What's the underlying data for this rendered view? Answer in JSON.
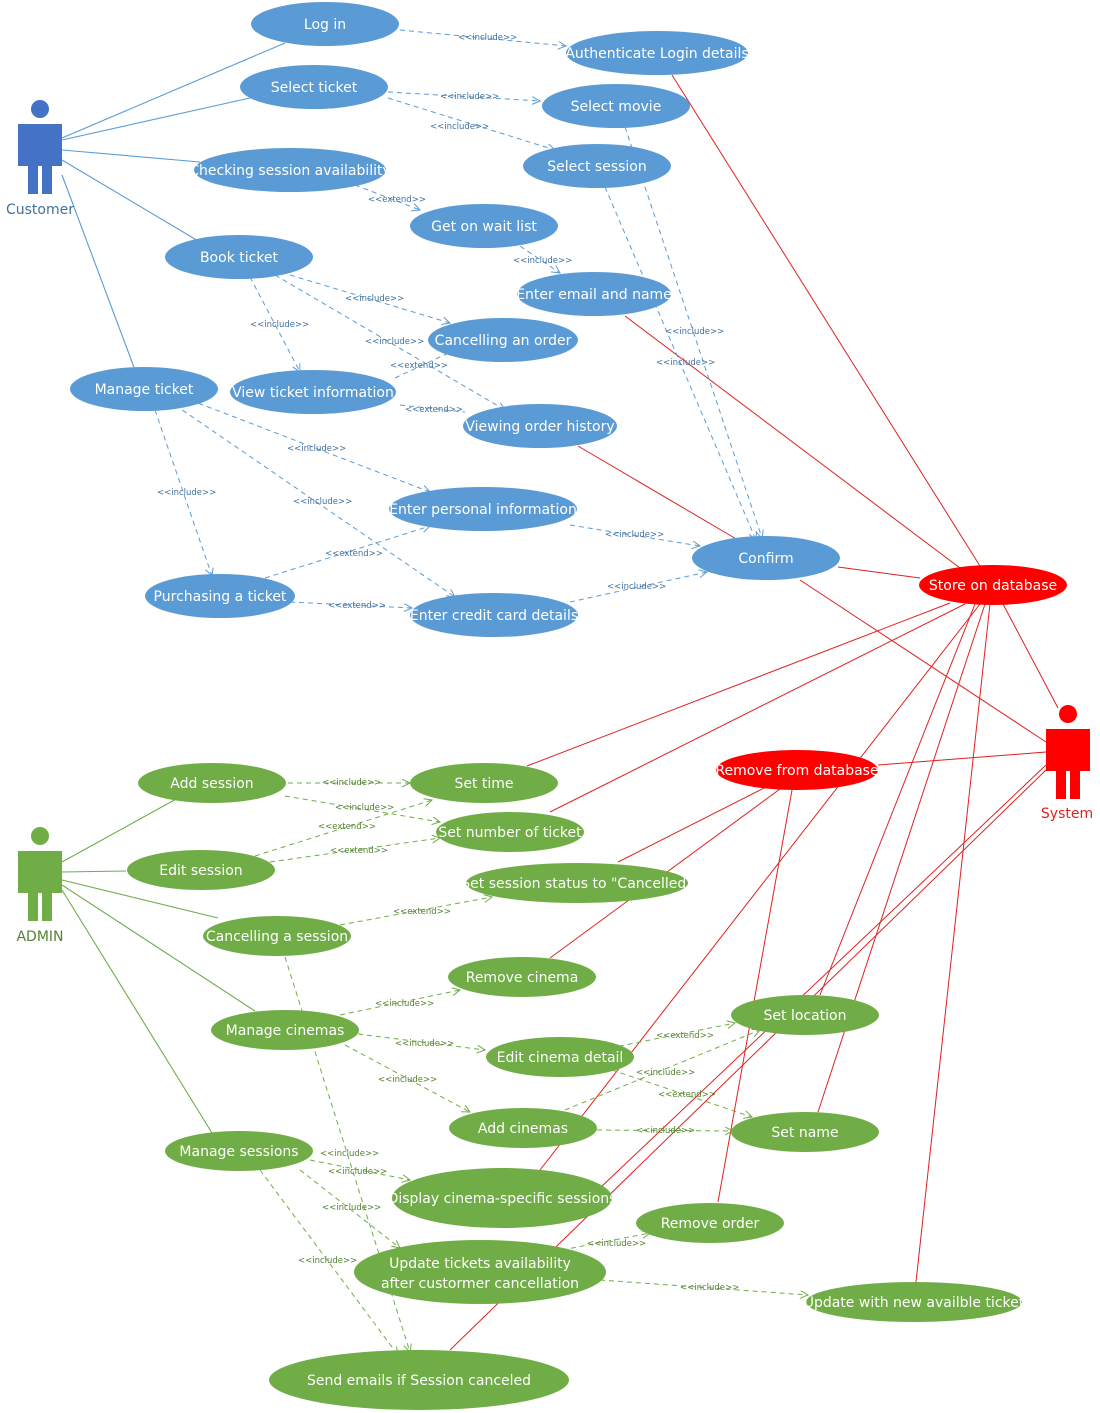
{
  "colors": {
    "customer": "#5b9bd5",
    "customer_actor": "#4472c4",
    "admin": "#70ad47",
    "system": "#ff0000",
    "customer_line": "#5b9bd5",
    "admin_line": "#70ad47",
    "system_line": "#e02020",
    "customer_label": "#41719c",
    "admin_label": "#548235"
  },
  "actors": {
    "customer": {
      "name": "Customer"
    },
    "admin": {
      "name": "ADMIN"
    },
    "system": {
      "name": "System"
    }
  },
  "use_cases": {
    "login": "Log in",
    "auth": "Authenticate Login details",
    "select_ticket": "Select ticket",
    "select_movie": "Select movie",
    "select_session": "Select session",
    "check_session": "Checking session availability",
    "wait_list": "Get on wait list",
    "email_name": "Enter email and name",
    "book_ticket": "Book ticket",
    "cancel_order": "Cancelling an order",
    "view_ticket": "View ticket information",
    "order_history": "Viewing order history",
    "manage_ticket": "Manage ticket",
    "personal_info": "Enter personal information",
    "confirm": "Confirm",
    "purchasing": "Purchasing a ticket",
    "credit_card": "Enter credit card details",
    "store_db": "Store on database",
    "remove_db": "Remove from database",
    "add_session": "Add session",
    "set_time": "Set time",
    "set_num": "Set number of ticket",
    "edit_session": "Edit session",
    "set_status": "Set session status to \"Cancelled\"",
    "cancel_session": "Cancelling a session",
    "remove_cinema": "Remove cinema",
    "manage_cinemas": "Manage cinemas",
    "edit_cinema": "Edit cinema detail",
    "set_location": "Set location",
    "add_cinemas": "Add cinemas",
    "set_name": "Set name",
    "manage_sessions": "Manage sessions",
    "display_cinema": "Display cinema-specific sessions",
    "remove_order": "Remove order",
    "update_tickets_1": "Update tickets availability",
    "update_tickets_2": "after custormer cancellation",
    "update_new": "Update with new availble ticket",
    "send_emails": "Send emails if Session canceled"
  },
  "relations": {
    "include": "<<include>>",
    "extend": "<<extend>>"
  }
}
